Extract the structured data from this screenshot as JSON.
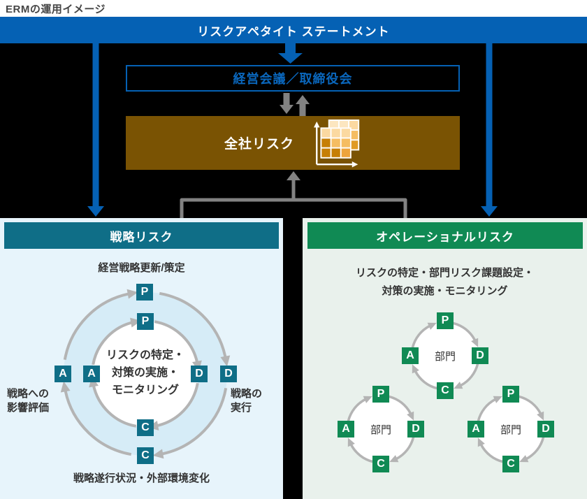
{
  "page": {
    "title": "ERMの運用イメージ"
  },
  "banner": {
    "label": "リスクアペタイト ステートメント"
  },
  "governance": {
    "label": "経営会議／取締役会"
  },
  "company_risk": {
    "label": "全社リスク",
    "icon": "risk-heatmap-icon"
  },
  "strategic": {
    "header": "戦略リスク",
    "top_label": "経営戦略更新/策定",
    "left_label_lines": [
      "戦略への",
      "影響評価"
    ],
    "right_label_lines": [
      "戦略の",
      "実行"
    ],
    "bottom_label": "戦略遂行状況・外部環境変化",
    "center_lines": [
      "リスクの特定・",
      "対策の実施・",
      "モニタリング"
    ],
    "pdca": {
      "p": "P",
      "d": "D",
      "c": "C",
      "a": "A"
    }
  },
  "operational": {
    "header": "オペレーショナルリスク",
    "desc_lines": [
      "リスクの特定・部門リスク課題設定・",
      "対策の実施・モニタリング"
    ],
    "dept_label": "部門",
    "pdca": {
      "p": "P",
      "d": "D",
      "c": "C",
      "a": "A"
    }
  },
  "colors": {
    "blue": "#0561b4",
    "brown": "#7a5303",
    "teal": "#0f6e87",
    "green": "#108a54",
    "panel_blue_bg": "#e7f4fb",
    "panel_green_bg": "#e9f1ec",
    "ring_band": "#d6ecf7",
    "arc_gray": "#b4b4b4",
    "connector_gray": "#828282"
  }
}
